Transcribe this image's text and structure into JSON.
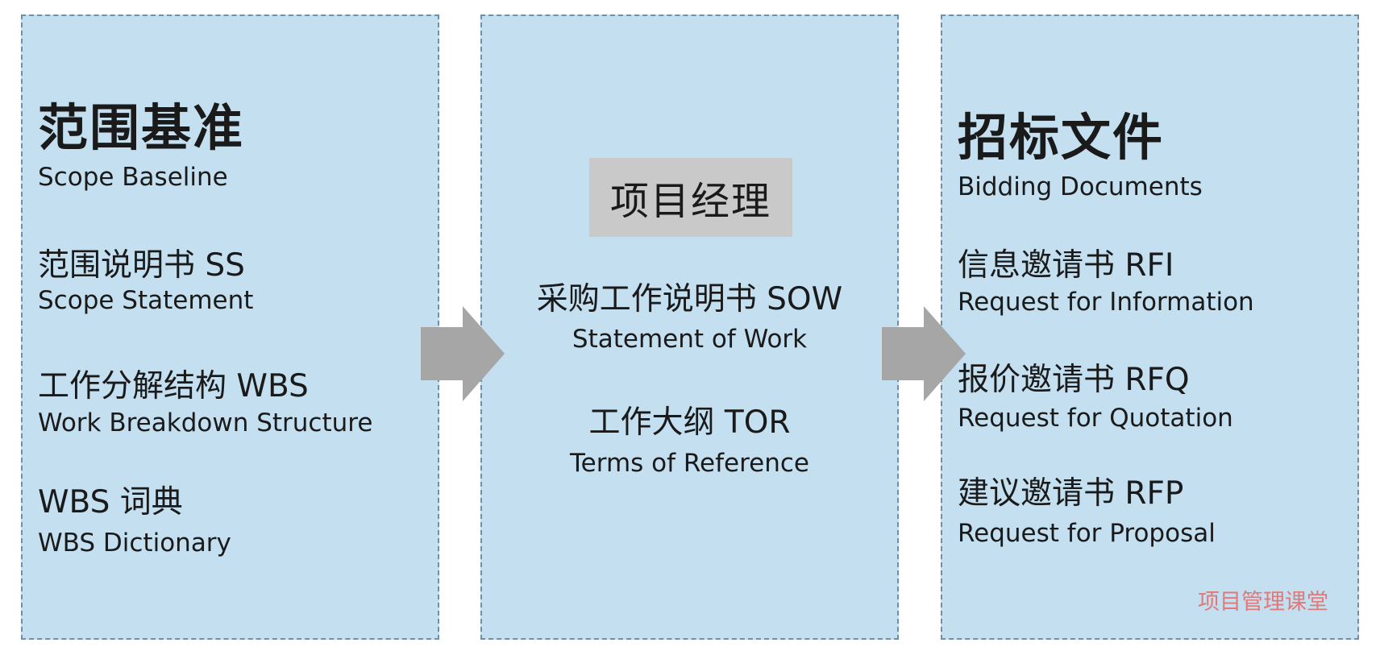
{
  "left_panel": {
    "heading": "范围基准",
    "heading_en": "Scope Baseline",
    "items": [
      {
        "zh": "范围说明书 SS",
        "en": "Scope Statement"
      },
      {
        "zh": "工作分解结构 WBS",
        "en": "Work Breakdown Structure"
      },
      {
        "zh": "WBS 词典",
        "en": "WBS Dictionary"
      }
    ]
  },
  "middle_panel": {
    "role": "项目经理",
    "items": [
      {
        "zh": "采购工作说明书 SOW",
        "en": "Statement of Work"
      },
      {
        "zh": "工作大纲 TOR",
        "en": "Terms of Reference"
      }
    ]
  },
  "right_panel": {
    "heading": "招标文件",
    "heading_en": "Bidding Documents",
    "items": [
      {
        "zh": "信息邀请书 RFI",
        "en": "Request for Information"
      },
      {
        "zh": "报价邀请书 RFQ",
        "en": "Request for Quotation"
      },
      {
        "zh": "建议邀请书 RFP",
        "en": "Request for Proposal"
      }
    ]
  },
  "watermark": "项目管理课堂",
  "colors": {
    "panel_fill": "#c3dff0",
    "panel_border": "#6f8fa6",
    "arrow": "#a6a6a6",
    "role_box": "#c9c9c9",
    "watermark": "#e07a7a"
  }
}
